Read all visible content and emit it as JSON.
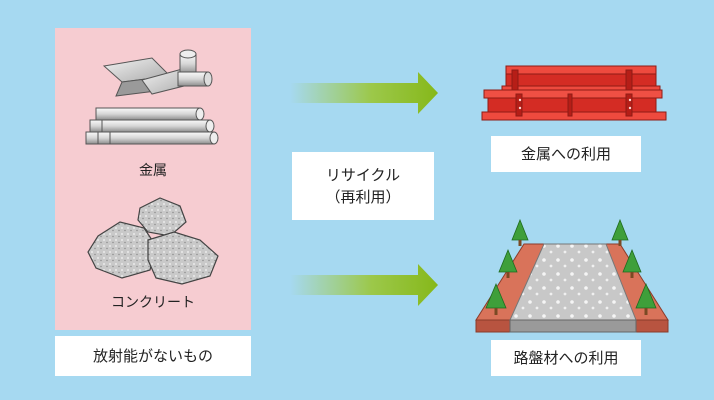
{
  "source": {
    "metal_label": "金属",
    "concrete_label": "コンクリート",
    "caption": "放射能がないもの"
  },
  "process": {
    "line1": "リサイクル",
    "line2": "（再利用）"
  },
  "outputs": {
    "metal_use": "金属への利用",
    "road_use": "路盤材への利用"
  },
  "colors": {
    "background": "#a6d9f1",
    "panel": "#f6ccd1",
    "arrow": "#8fbe1e",
    "steel": "#e8352c",
    "road_edge": "#d9735a",
    "tree": "#3f9f3a"
  }
}
